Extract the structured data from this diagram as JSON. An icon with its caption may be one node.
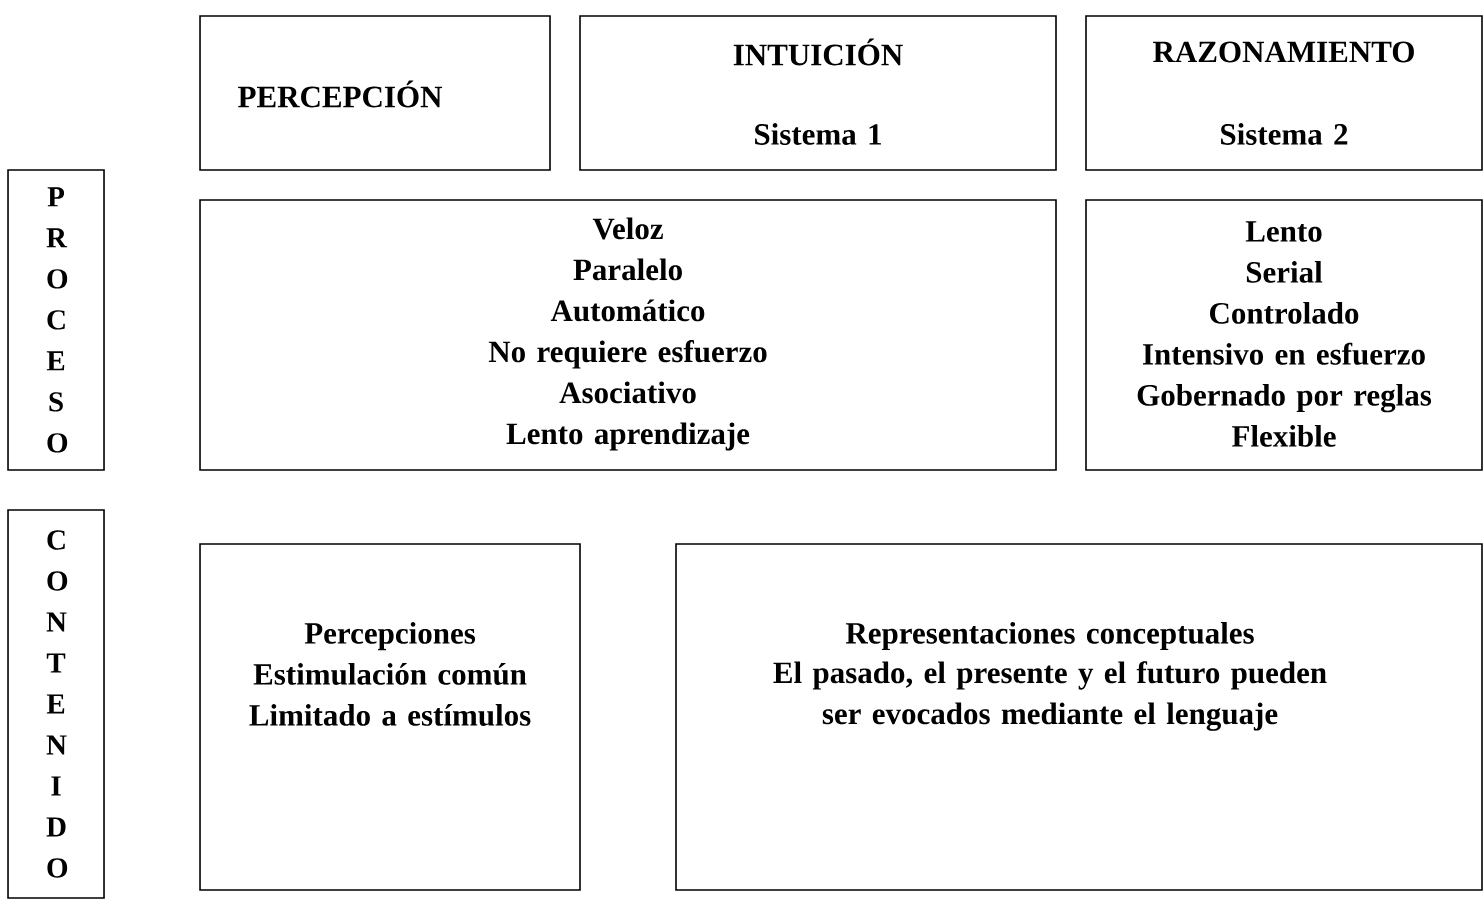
{
  "diagram": {
    "nodes": [
      {
        "text": [
          "PERCEPCIÓN"
        ]
      },
      {
        "text": [
          "INTUICIÓN",
          "Sistema 1"
        ]
      },
      {
        "text": [
          "RAZONAMIENTO",
          "Sistema 2"
        ]
      },
      {
        "text": [
          "PROCESO"
        ]
      },
      {
        "text": [
          "Veloz",
          "Paralelo",
          "Automático",
          "No requiere esfuerzo",
          "Asociativo",
          "Lento aprendizaje"
        ]
      },
      {
        "text": [
          "Lento",
          "Serial",
          "Controlado",
          "Intensivo en esfuerzo",
          "Gobernado por reglas",
          "Flexible"
        ]
      },
      {
        "text": [
          "CONTENIDO"
        ]
      },
      {
        "text": [
          "Percepciones",
          "Estimulación común",
          "Limitado a estímulos"
        ]
      },
      {
        "text": [
          "Representaciones conceptuales",
          "El pasado, el presente y el futuro pueden ser evocados mediante el lenguaje"
        ]
      }
    ],
    "edges": []
  }
}
